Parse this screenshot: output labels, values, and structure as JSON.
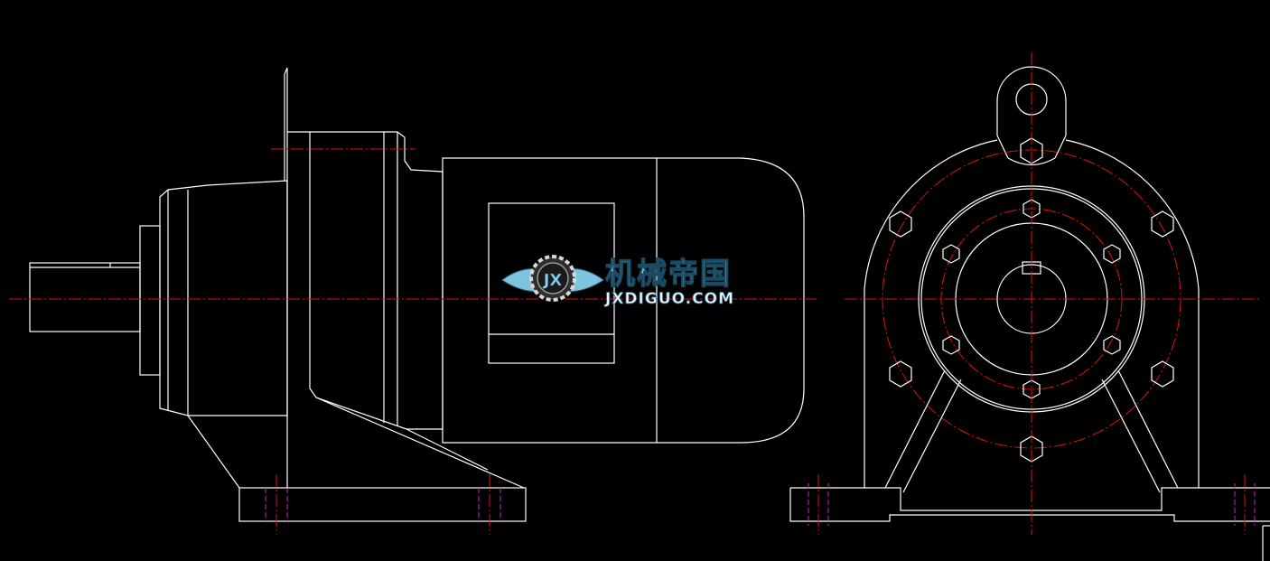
{
  "watermark": {
    "logo_letters": "JX",
    "name": "机械帝国",
    "site": "JXDIGUO.COM"
  },
  "colors": {
    "background": "#000000",
    "outline": "#ffffff",
    "centerline": "#e01010",
    "hidden_line": "#d020d0",
    "watermark_text": "#8fd0ea"
  }
}
